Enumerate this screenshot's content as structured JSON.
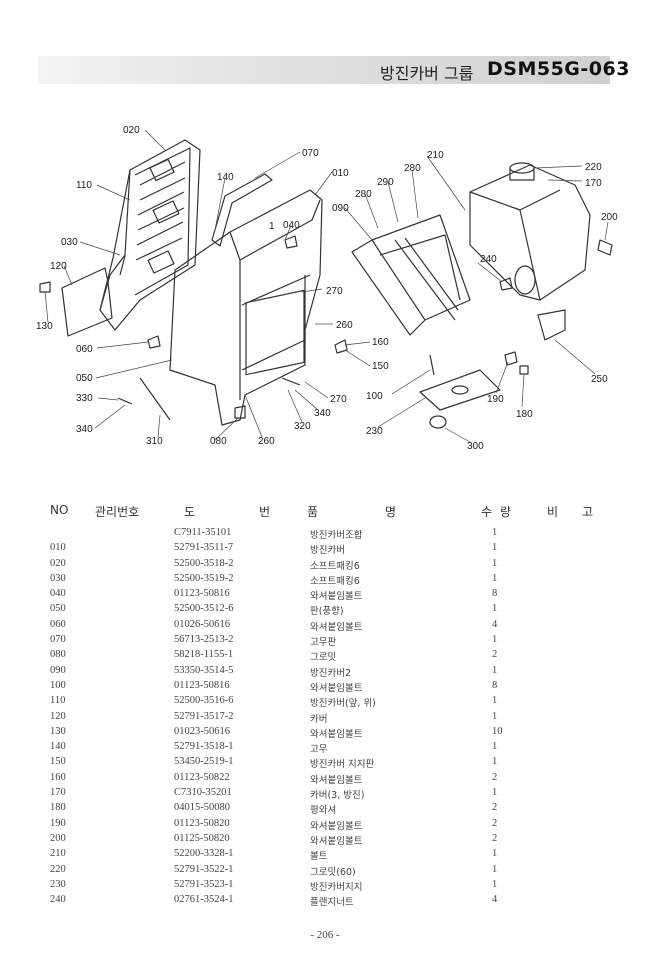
{
  "header": {
    "title_ko": "방진카버 그룹",
    "title_code": "DSM55G-063"
  },
  "callouts": [
    "020",
    "070",
    "010",
    "210",
    "280",
    "290",
    "280",
    "220",
    "170",
    "110",
    "140",
    "1",
    "040",
    "090",
    "200",
    "030",
    "120",
    "240",
    "270",
    "130",
    "260",
    "060",
    "160",
    "150",
    "050",
    "250",
    "330",
    "270",
    "100",
    "190",
    "340",
    "180",
    "320",
    "340",
    "310",
    "080",
    "260",
    "230",
    "300"
  ],
  "table": {
    "headers": {
      "no": "NO",
      "mgmt": "관리번호",
      "do": "도",
      "beon": "번",
      "pum": "품",
      "myeong": "명",
      "su": "수",
      "ryang": "량",
      "bi": "비",
      "go": "고"
    },
    "rows": [
      {
        "no": "",
        "part": "C7911-35101",
        "name": "방진카버조합",
        "qty": "1"
      },
      {
        "no": "010",
        "part": "52791-3511-7",
        "name": "방진카버",
        "qty": "1"
      },
      {
        "no": "020",
        "part": "52500-3518-2",
        "name": "소프트패킹6",
        "qty": "1"
      },
      {
        "no": "030",
        "part": "52500-3519-2",
        "name": "소프트패킹6",
        "qty": "1"
      },
      {
        "no": "040",
        "part": "01123-50816",
        "name": "와셔붙임볼트",
        "qty": "8"
      },
      {
        "no": "050",
        "part": "52500-3512-6",
        "name": "판(풍향)",
        "qty": "1"
      },
      {
        "no": "060",
        "part": "01026-50616",
        "name": "와셔붙임볼트",
        "qty": "4"
      },
      {
        "no": "070",
        "part": "56713-2513-2",
        "name": "고무판",
        "qty": "1"
      },
      {
        "no": "080",
        "part": "58218-1155-1",
        "name": "그로밋",
        "qty": "2"
      },
      {
        "no": "090",
        "part": "53350-3514-5",
        "name": "방진카버2",
        "qty": "1"
      },
      {
        "no": "100",
        "part": "01123-50816",
        "name": "와셔붙임볼트",
        "qty": "8"
      },
      {
        "no": "110",
        "part": "52500-3516-6",
        "name": "방진카버(앞, 위)",
        "qty": "1"
      },
      {
        "no": "120",
        "part": "52791-3517-2",
        "name": "카버",
        "qty": "1"
      },
      {
        "no": "130",
        "part": "01023-50616",
        "name": "와셔붙임볼트",
        "qty": "10"
      },
      {
        "no": "140",
        "part": "52791-3518-1",
        "name": "고무",
        "qty": "1"
      },
      {
        "no": "150",
        "part": "53450-2519-1",
        "name": "방진카버 지지판",
        "qty": "1"
      },
      {
        "no": "160",
        "part": "01123-50822",
        "name": "와셔붙임볼트",
        "qty": "2"
      },
      {
        "no": "170",
        "part": "C7310-35201",
        "name": "카버(3, 방진)",
        "qty": "1"
      },
      {
        "no": "180",
        "part": "04015-50080",
        "name": "평와셔",
        "qty": "2"
      },
      {
        "no": "190",
        "part": "01123-50820",
        "name": "와셔붙임볼트",
        "qty": "2"
      },
      {
        "no": "200",
        "part": "01125-50820",
        "name": "와셔붙임볼트",
        "qty": "2"
      },
      {
        "no": "210",
        "part": "52200-3328-1",
        "name": "볼트",
        "qty": "1"
      },
      {
        "no": "220",
        "part": "52791-3522-1",
        "name": "그로밋(60)",
        "qty": "1"
      },
      {
        "no": "230",
        "part": "52791-3523-1",
        "name": "방진카버지지",
        "qty": "1"
      },
      {
        "no": "240",
        "part": "02761-3524-1",
        "name": "플랜지너트",
        "qty": "4"
      }
    ]
  },
  "footer": {
    "page": "- 206 -"
  }
}
